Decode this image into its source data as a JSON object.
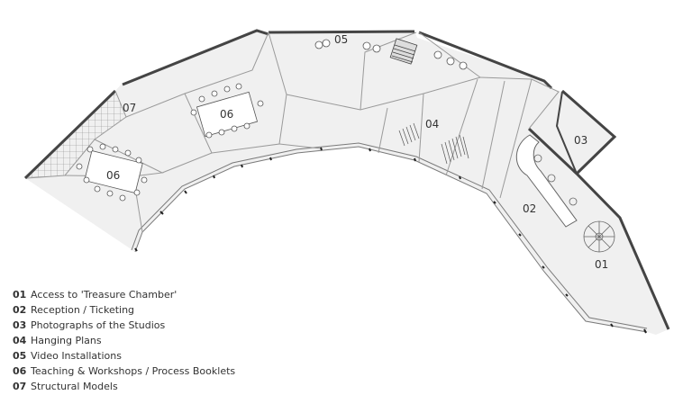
{
  "plan": {
    "zone_labels": {
      "z01": "01",
      "z02": "02",
      "z03": "03",
      "z04": "04",
      "z05": "05",
      "z06a": "06",
      "z06b": "06",
      "z07": "07"
    },
    "colors": {
      "floor": "#f0f0f0",
      "outer_wall": "#444444",
      "partition": "#9a9a9a",
      "furniture": "#555555",
      "label": "#333333"
    }
  },
  "legend": [
    {
      "num": "01",
      "text": "Access to 'Treasure Chamber'"
    },
    {
      "num": "02",
      "text": "Reception / Ticketing"
    },
    {
      "num": "03",
      "text": "Photographs of the Studios"
    },
    {
      "num": "04",
      "text": "Hanging Plans"
    },
    {
      "num": "05",
      "text": "Video Installations"
    },
    {
      "num": "06",
      "text": "Teaching & Workshops / Process Booklets"
    },
    {
      "num": "07",
      "text": "Structural Models"
    }
  ]
}
